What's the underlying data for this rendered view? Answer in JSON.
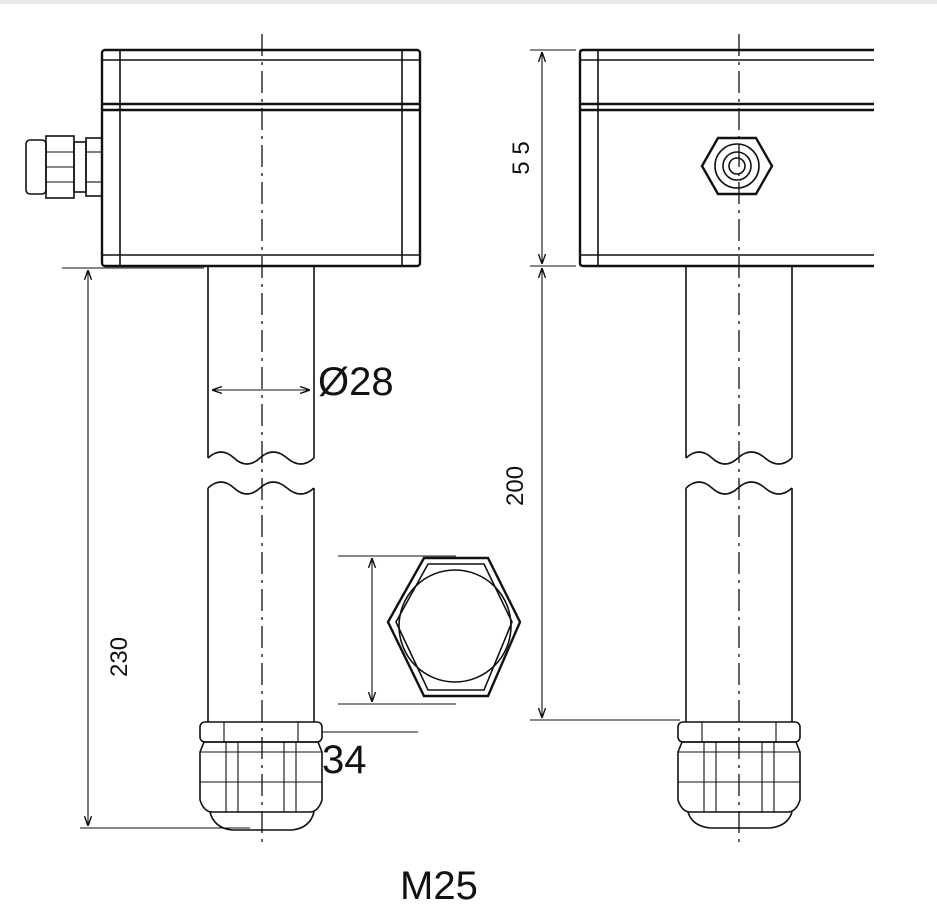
{
  "dimensions": {
    "pipe_diameter": "Ø28",
    "hex_size": "34",
    "box_height": "5 5",
    "pipe_length": "200",
    "total_length": "230",
    "gland_thread": "M25"
  }
}
